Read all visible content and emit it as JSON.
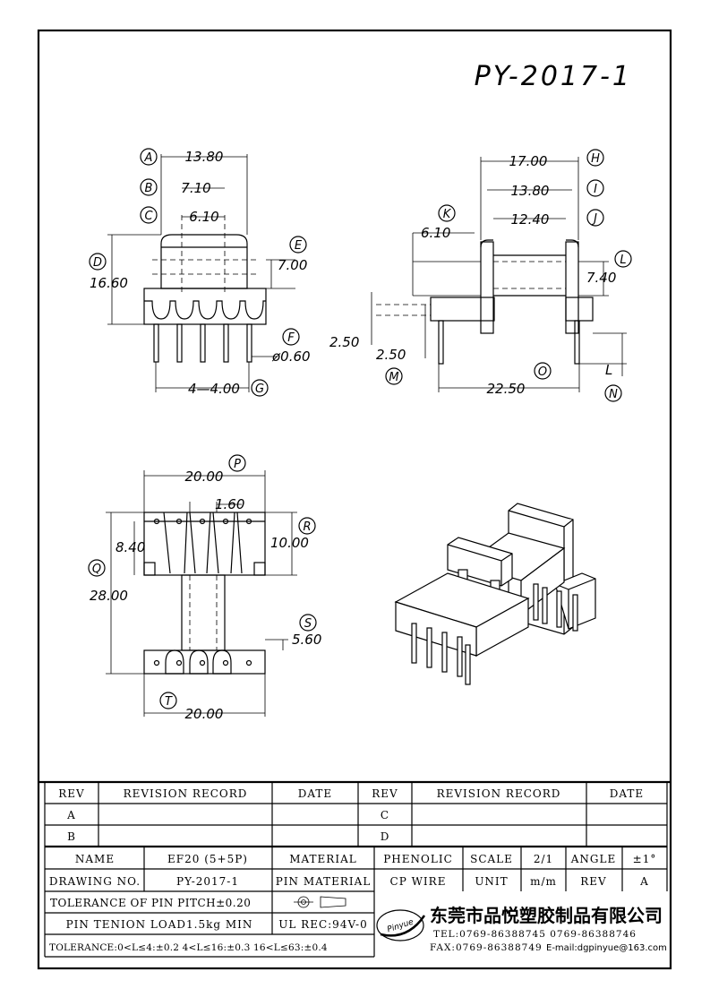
{
  "drawing": {
    "part_number": "PY-2017-1",
    "front_view": {
      "dims": [
        "13.80",
        "7.10",
        "6.10",
        "16.60",
        "7.00",
        "ø0.60",
        "4—4.00"
      ],
      "labels": [
        "A",
        "B",
        "C",
        "D",
        "E",
        "F",
        "G"
      ]
    },
    "side_view": {
      "dims": [
        "17.00",
        "13.80",
        "12.40",
        "6.10",
        "7.40",
        "2.50",
        "2.50",
        "22.50",
        "L"
      ],
      "labels": [
        "H",
        "I",
        "J",
        "K",
        "L",
        "M",
        "N",
        "O"
      ]
    },
    "top_view": {
      "dims": [
        "20.00",
        "1.60",
        "8.40",
        "10.00",
        "28.00",
        "5.60",
        "20.00"
      ],
      "labels": [
        "P",
        "R",
        "Q",
        "S",
        "T"
      ]
    }
  },
  "revision_table": {
    "headers": [
      "REV",
      "REVISION RECORD",
      "DATE",
      "REV",
      "REVISION RECORD",
      "DATE"
    ],
    "rows": [
      [
        "A",
        "",
        "",
        "C",
        "",
        ""
      ],
      [
        "B",
        "",
        "",
        "D",
        "",
        ""
      ]
    ]
  },
  "title_block": {
    "name_label": "NAME",
    "name_value": "EF20 (5+5P)",
    "material_label": "MATERIAL",
    "material_value": "PHENOLIC",
    "scale_label": "SCALE",
    "scale_value": "2/1",
    "angle_label": "ANGLE",
    "angle_value": "±1°",
    "drawing_no_label": "DRAWING NO.",
    "drawing_no_value": "PY-2017-1",
    "pin_material_label": "PIN MATERIAL",
    "pin_material_value": "CP WIRE",
    "unit_label": "UNIT",
    "unit_value": "m/m",
    "rev_label": "REV",
    "rev_value": "A",
    "tolerance_pitch": "TOLERANCE OF PIN PITCH±0.20",
    "pin_tension": "PIN TENION LOAD1.5kg MIN",
    "ul_rec": "UL REC:94V-0",
    "tolerance_ranges": "TOLERANCE:0<L≤4:±0.2  4<L≤16:±0.3  16<L≤63:±0.4",
    "logo_text": "Pinyue",
    "company_name": "东莞市品悦塑胶制品有限公司",
    "tel": "TEL:0769-86388745   0769-86388746",
    "fax": "FAX:0769-86388749",
    "email": "E-mail:dgpinyue@163.com"
  }
}
